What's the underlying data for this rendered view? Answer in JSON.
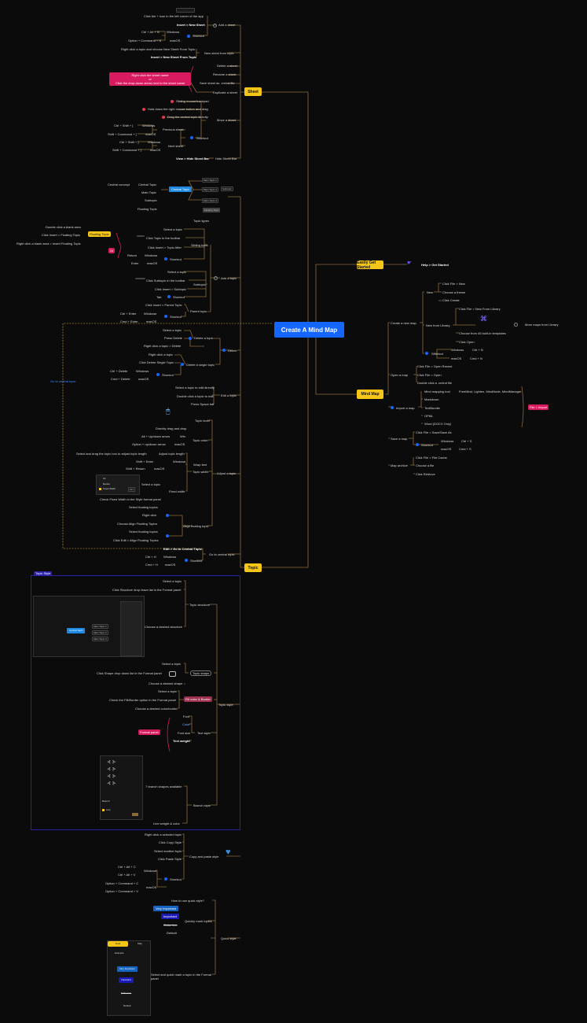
{
  "center": "Create A Mind Map",
  "main": {
    "sheet": "Sheet",
    "topic": "Topic",
    "egs": "Easily Get Started",
    "mindmap": "Mind Map"
  },
  "help": "Help > Get Started",
  "sheet": {
    "add": "Add a sheet",
    "click_plus": "Click the + icon in the left corner of the app",
    "insert_new": "Insert > New Sheet",
    "shortcut": "Shortcut",
    "windows": "Windows",
    "macos": "macOS",
    "ctrl_alt_n": "Ctrl + Alt + N",
    "opt_cmd_n": "Option + Command + N",
    "new_from_topic": "New sheet from topic",
    "right_click_topic": "Right click a topic and choose New Sheet From Topic",
    "insert_from_topic": "Insert > New Sheet From Topic",
    "right_click_name": "Right click the sheet name\nor\nClick the drop-down arrow next to the sheet name",
    "delete": "Delete a sheet",
    "rename": "Rename a sheet",
    "save_as": "Save sheet as .xmind file",
    "duplicate": "Duplicate a sheet",
    "move": "Move a sheet",
    "slide_mouse": "Sliding mouse/trackpad",
    "hold_right": "Hold down the right mouse button and drag",
    "drag_central": "Drag the central topic directly",
    "prev": "Previous sheet",
    "next": "Next sheet",
    "ctrl_shift_lb": "Ctrl + Shift + [",
    "cmd_shift_lb": "Shift + Command + [",
    "ctrl_shift_rb": "Ctrl + Shift + ]",
    "cmd_shift_rb": "Shift + Command + ]",
    "view_hide": "View > Hide Sheet Bar",
    "hide_bar": "Hide Sheet Bar"
  },
  "topic": {
    "types": "Topic types",
    "central_concept": "Central concept",
    "central_topic": "Central Topic",
    "main_topic": "Main Topic",
    "subtopic": "Subtopic",
    "floating_topic": "Floating Topic",
    "mini_central": "Central Topic",
    "mini_main1": "Main Topic 1",
    "mini_main2": "Main Topic 2",
    "mini_main3": "Main Topic 3",
    "mini_sub": "Subtopic",
    "mini_float": "Floating Topic",
    "dbl_blank": "Double click a blank area",
    "click_insert_float": "Click Insert > Floating Topic",
    "right_blank": "Right click a blank area > Insert Floating Topic",
    "floating_badge": "Floating Topic",
    "or": "Or",
    "add": "Add a topic",
    "sibling": "Sibling topic",
    "select_topic": "Select a topic",
    "click_toolbar": "Click Topic in the toolbar",
    "click_insert_after": "Click Insert > Topic After",
    "return": "Return",
    "enter": "Enter",
    "windows": "Windows",
    "macos": "macOS",
    "shortcut": "Shortcut",
    "subtopic_branch": "Subtopic",
    "click_subtopic_toolbar": "Click Subtopic in the toolbar",
    "click_insert_sub": "Click Insert > Subtopic",
    "tab": "Tab",
    "parent": "Parent topic",
    "click_insert_parent": "Click Insert > Parent Topic",
    "ctrl_enter": "Ctrl + Enter",
    "cmd_enter": "Cmd + Enter",
    "delete": "Delete",
    "delete_topic": "Delete a topic",
    "press_delete": "Press Delete",
    "right_delete": "Right click a topic > Delete",
    "delete_single": "Delete a single topic",
    "right_click_topic": "Right click a topic",
    "click_delete_single": "Click Delete Single Topic",
    "ctrl_delete": "Ctrl + Delete",
    "cmd_delete": "Cmd + Delete",
    "go_to_central": "Go to central topic",
    "edit": "Edit a topic",
    "select_edit": "Select a topic to edit directly",
    "dbl_edit": "Double click a topic to edit",
    "press_space": "Press Space bar",
    "adjust": "Adjust a topic",
    "topic_level": "Topic level",
    "drag_drop": "Directly drag and drop",
    "order": "Topic order",
    "alt_up_down": "Alt + Up/down arrow",
    "win": "Win",
    "opt_up_down": "Option + up/down arrow",
    "adjust_length": "Adjust topic length",
    "select_drag_box": "Select and drag the topic box to adjust topic length",
    "width": "Topic width",
    "wrap": "Wrap text",
    "shift_enter": "Shift + Enter",
    "shift_return": "Shift + Return",
    "fixed": "Fixed width",
    "check_fixed": "Check Fixed Width in the Style format panel",
    "fit": "Fit",
    "border": "Border",
    "fixed_width": "Fixed Width",
    "fixed_val": "137",
    "align": "Align floating topic",
    "select_floating": "Select floating topics",
    "right_click": "Right click",
    "choose_align": "Choose Align Floating Topics",
    "click_edit_align": "Click Edit > Align Floating Topics",
    "go_central": "Go to central topic",
    "edit_go": "Edit > Go to Central Topic",
    "ctrl_h": "Ctrl + H",
    "cmd_h": "Cmd + H",
    "style_tag": "Topic Style",
    "style": "Topic style",
    "structure": "Topic structure",
    "click_structure": "Click Structure drop down list in the Format panel",
    "choose_structure": "Choose a desired structure",
    "shape": "Topic shape",
    "click_shape": "Click Shape drop down list in the Format panel",
    "choose_shape": "Choose a desired shape",
    "fill": "Fill color & Border",
    "select_topic2": "Select a topic",
    "check_fill": "Check the Fill/Border option in the Format panel",
    "choose_color": "Choose a desired color/border",
    "text": "Text style",
    "font": "Font",
    "color": "Color",
    "font_size": "Font size",
    "text_weight": "Text weight",
    "format_panel": "Format panel",
    "branch": "Branch style",
    "branch_shapes": "7 branch shapes available",
    "line_weight": "Line weight & color",
    "branch_label": "Branch",
    "line_label": "Line",
    "copy": "Copy and paste style",
    "right_selected": "Right click a selected topic",
    "click_copy": "Click Copy Style",
    "select_another": "Select another topic",
    "click_paste": "Click Paste Style",
    "ctrl_alt_c": "Ctrl + Alt + C",
    "ctrl_alt_v": "Ctrl + Alt + V",
    "opt_cmd_c": "Option + Command + C",
    "opt_cmd_v": "Option + Command + V",
    "quick": "Quick style",
    "how_quick": "How to use quick style?",
    "quick_mark": "Quickly mark topics",
    "very_important": "Very Important",
    "important": "Important",
    "strike": "Strike line",
    "default": "Default",
    "select_quick": "Select and quick mark a topic in the Format panel",
    "style_tab": "Style",
    "map_tab": "Map",
    "example": "Example"
  },
  "mindmap": {
    "create": "Create a new map",
    "new": "New",
    "click_file_new": "Click File > New",
    "choose_theme": "Choose a theme",
    "click_create": "Click Create",
    "new_library": "New from Library",
    "click_file_library": "Click File > New From Library",
    "choose_templates": "Choose from 45 built-in templates",
    "click_open": "Click Open",
    "more_library": "More maps from Library",
    "shortcut": "Shortcut",
    "windows": "Windows",
    "macos": "macOS",
    "ctrl_n": "Ctrl + N",
    "cmd_n": "Cmd + N",
    "open": "Open a map",
    "click_file_open": "Click File > Open Recent",
    "click_file_open2": "Click File > Open",
    "dbl_xmind": "Double click a .xmind file",
    "import": "Import a map",
    "tools": "Mind mapping tool",
    "tools_list": "FreeMind, Lighten, MindNode, MindManager",
    "markdown": "Markdown",
    "textbundle": "TextBundle",
    "opml": "OPML",
    "word": "Word (DOCX Only)",
    "file_import": "File > Import",
    "save": "Save a map",
    "click_save": "Click File > Save/Save As",
    "ctrl_s": "Ctrl + S",
    "cmd_s": "Cmd + S",
    "archive": "Map archive",
    "click_cache": "Click File > File Cache",
    "choose_file": "Choose a file",
    "click_retrieve": "Click Retrieve"
  },
  "colors": {
    "accent_blue": "#1565ff",
    "main_yellow": "#f5c518",
    "pink": "#d81b60",
    "line": "#8a6a3a",
    "box_purple": "#2b22a8"
  }
}
